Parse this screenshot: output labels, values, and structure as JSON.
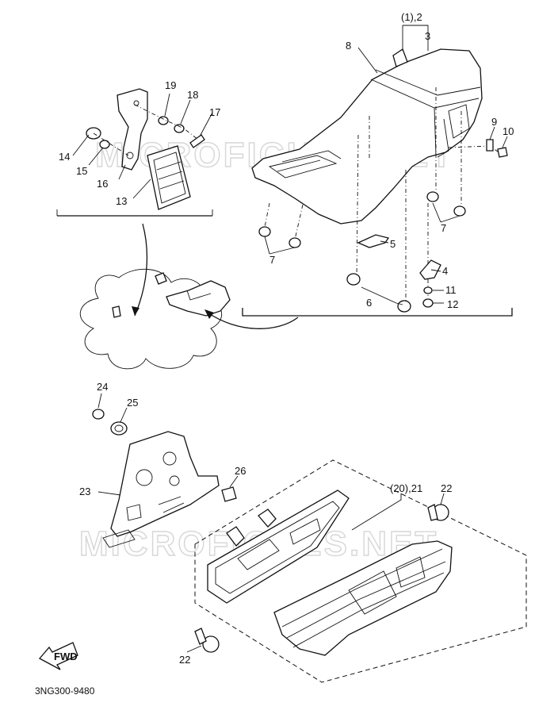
{
  "diagram_code": "3NG300-9480",
  "watermark": "MICROFICHES.NET",
  "fwd_label": "FWD",
  "labels": {
    "p1_2": "(1),2",
    "p3": "3",
    "p4": "4",
    "p5": "5",
    "p6": "6",
    "p7a": "7",
    "p7b": "7",
    "p8": "8",
    "p9": "9",
    "p10": "10",
    "p11": "11",
    "p12": "12",
    "p13": "13",
    "p14": "14",
    "p15": "15",
    "p16": "16",
    "p17": "17",
    "p18": "18",
    "p19": "19",
    "p20_21": "(20),21",
    "p22a": "22",
    "p22b": "22",
    "p23": "23",
    "p24": "24",
    "p25": "25",
    "p26": "26"
  }
}
